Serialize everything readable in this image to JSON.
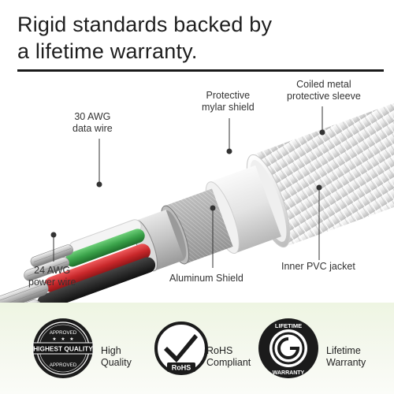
{
  "headline": {
    "line1": "Rigid standards backed by",
    "line2": "a lifetime warranty."
  },
  "callouts": {
    "data_wire": {
      "line1": "30 AWG",
      "line2": "data wire"
    },
    "mylar": {
      "line1": "Protective",
      "line2": "mylar shield"
    },
    "sleeve": {
      "line1": "Coiled metal",
      "line2": "protective sleeve"
    },
    "power_wire": {
      "line1": "24 AWG",
      "line2": "power wire"
    },
    "aluminum": {
      "line1": "Aluminum Shield"
    },
    "pvc": {
      "line1": "Inner PVC jacket"
    }
  },
  "badges": [
    {
      "line1": "High",
      "line2": "Quality",
      "seal_top": "APPROVED",
      "seal_mid": "HIGHEST QUALITY",
      "seal_bottom": "APPROVED"
    },
    {
      "line1": "RoHS",
      "line2": "Compliant",
      "seal_mid": "RoHS"
    },
    {
      "line1": "Lifetime",
      "line2": "Warranty",
      "seal_top": "LIFETIME",
      "seal_bottom": "WARRANTY"
    }
  ],
  "colors": {
    "wire_green": "#3aa24a",
    "wire_red": "#c8272a",
    "wire_black": "#1c1c1c",
    "footer_tint": "#eef5e2"
  }
}
